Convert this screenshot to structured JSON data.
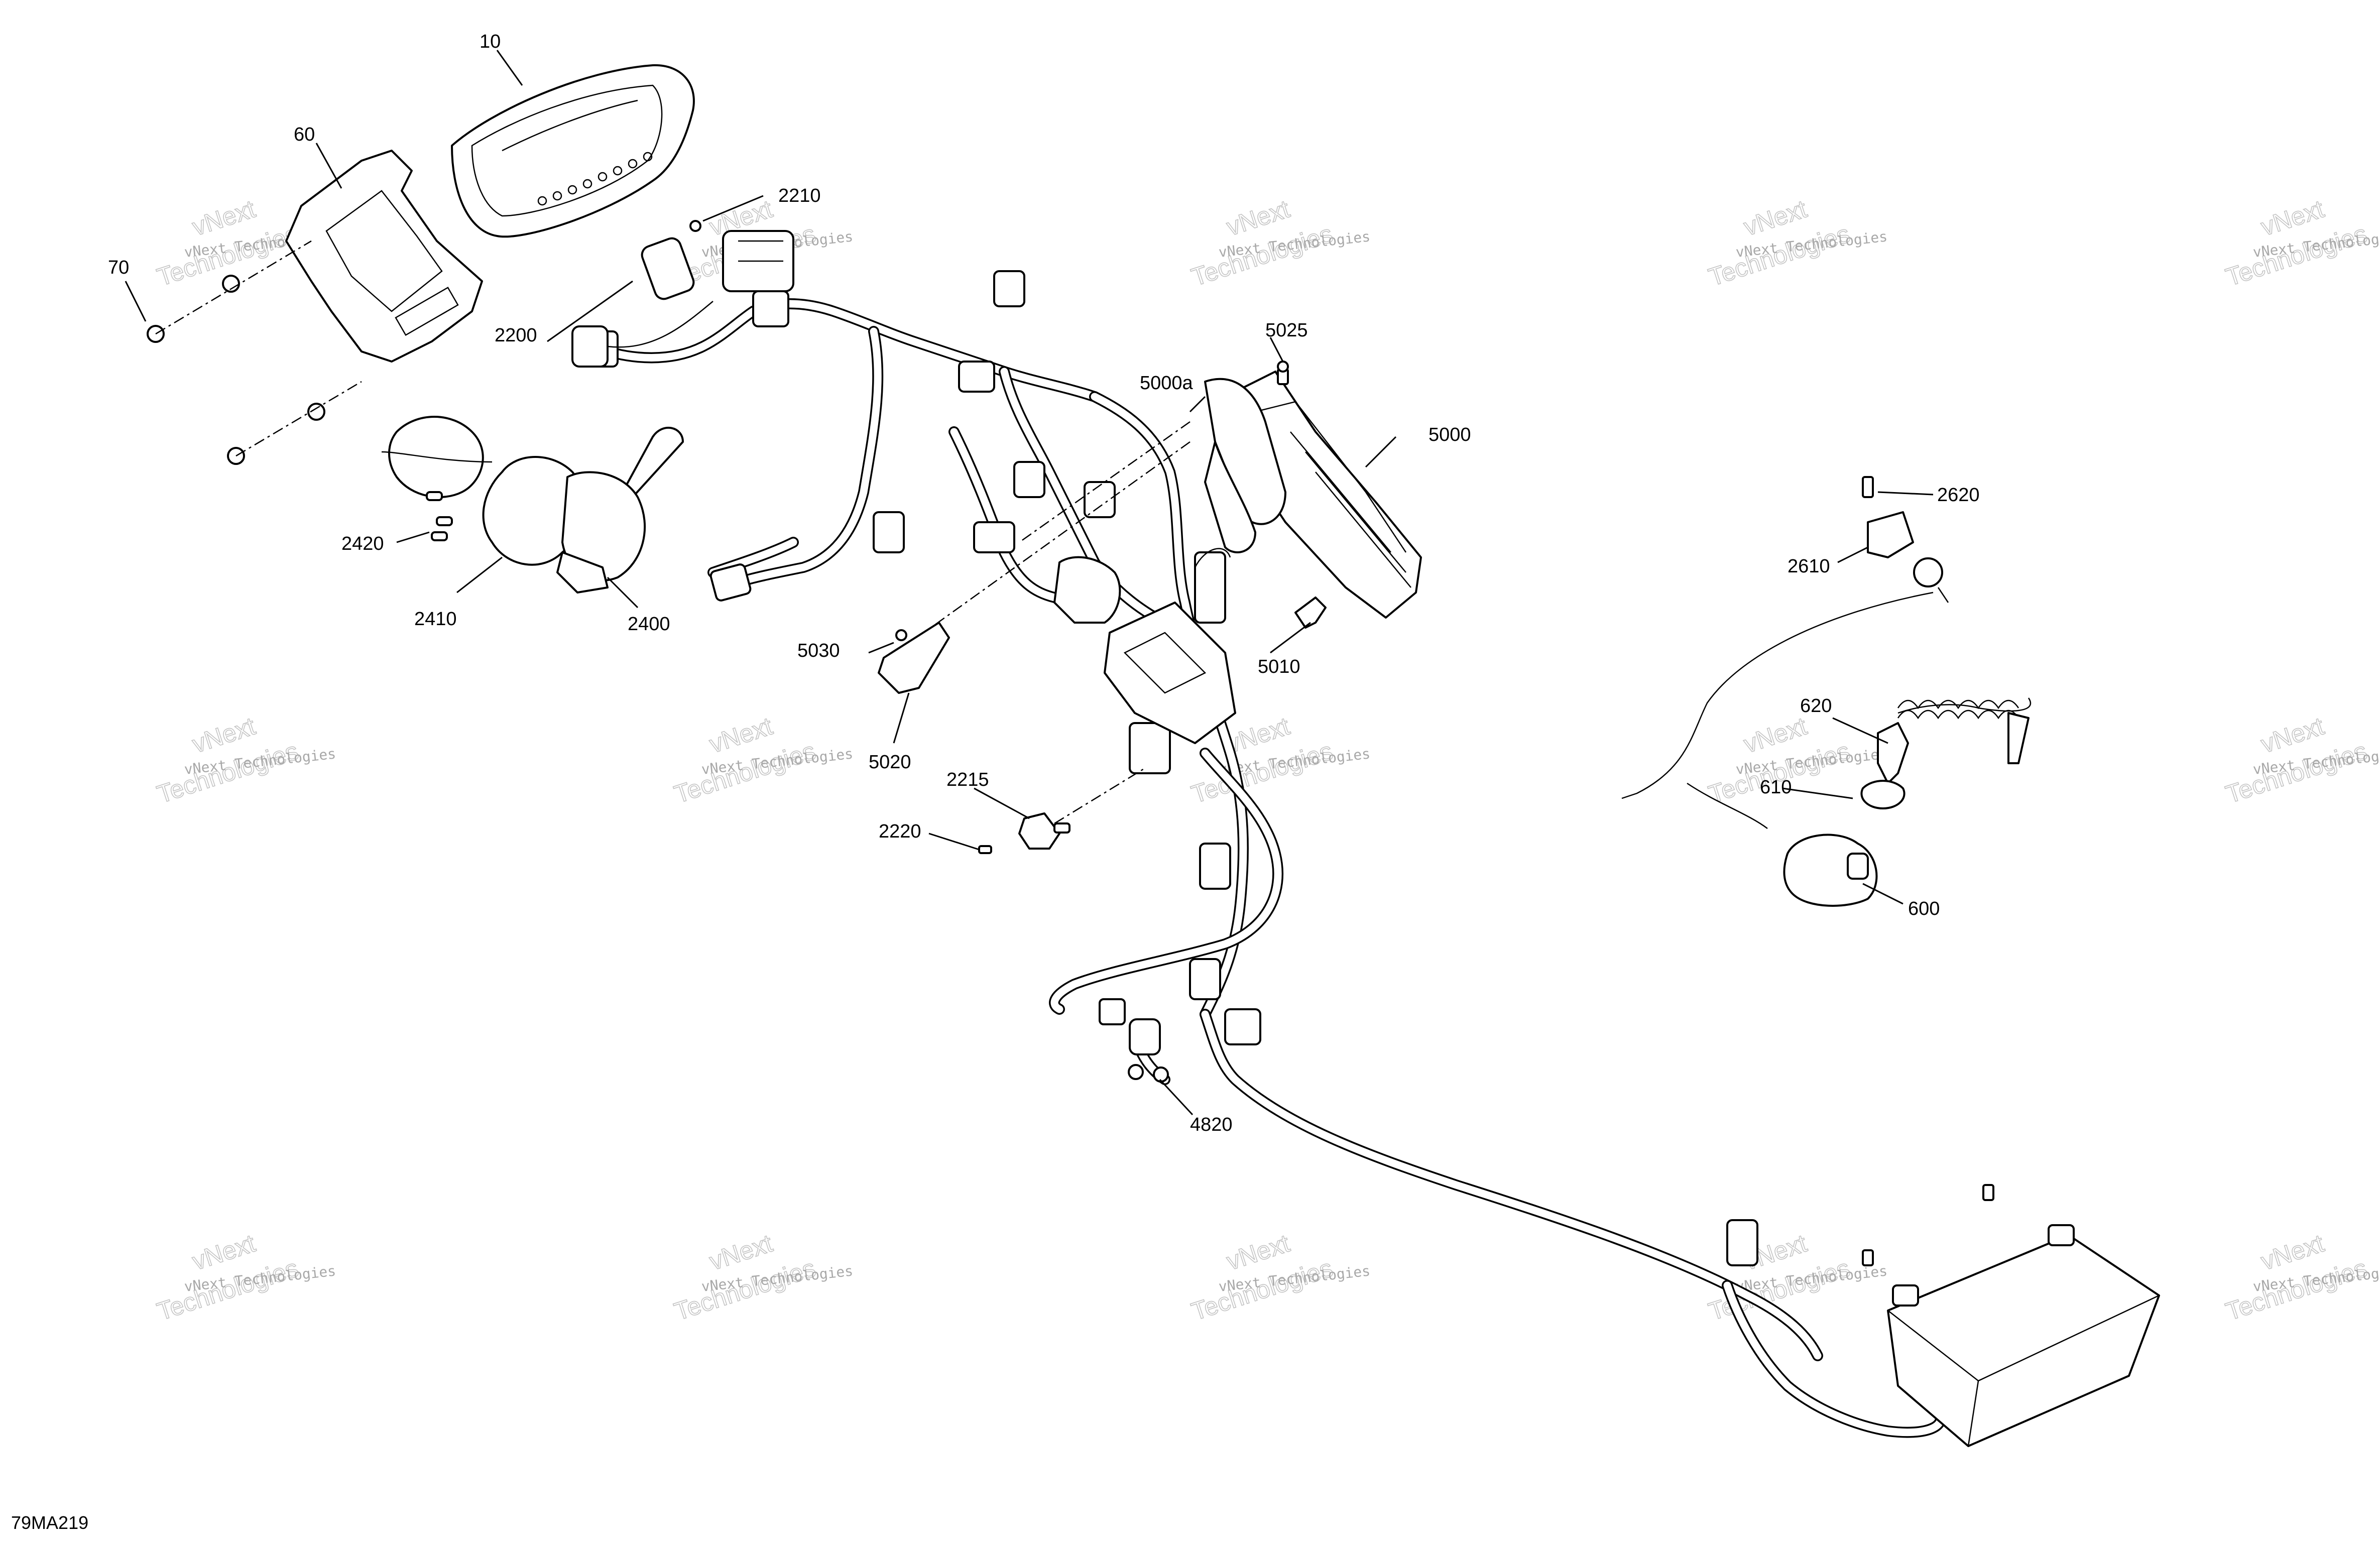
{
  "diagram": {
    "reference_code": "79MA219",
    "watermark": {
      "line1": "vNext Technologies",
      "line2": "vNext",
      "line3": "Technologies"
    },
    "callouts": [
      {
        "id": "c10",
        "label": "10"
      },
      {
        "id": "c60",
        "label": "60"
      },
      {
        "id": "c70",
        "label": "70"
      },
      {
        "id": "c2210",
        "label": "2210"
      },
      {
        "id": "c2200",
        "label": "2200"
      },
      {
        "id": "c2420",
        "label": "2420"
      },
      {
        "id": "c2410",
        "label": "2410"
      },
      {
        "id": "c2400",
        "label": "2400"
      },
      {
        "id": "c5025",
        "label": "5025"
      },
      {
        "id": "c5000a",
        "label": "5000a"
      },
      {
        "id": "c5000",
        "label": "5000"
      },
      {
        "id": "c5030",
        "label": "5030"
      },
      {
        "id": "c5010",
        "label": "5010"
      },
      {
        "id": "c5020",
        "label": "5020"
      },
      {
        "id": "c2215",
        "label": "2215"
      },
      {
        "id": "c2220",
        "label": "2220"
      },
      {
        "id": "c4820",
        "label": "4820"
      },
      {
        "id": "c2620",
        "label": "2620"
      },
      {
        "id": "c2610",
        "label": "2610"
      },
      {
        "id": "c620",
        "label": "620"
      },
      {
        "id": "c610",
        "label": "610"
      },
      {
        "id": "c600",
        "label": "600"
      }
    ]
  }
}
